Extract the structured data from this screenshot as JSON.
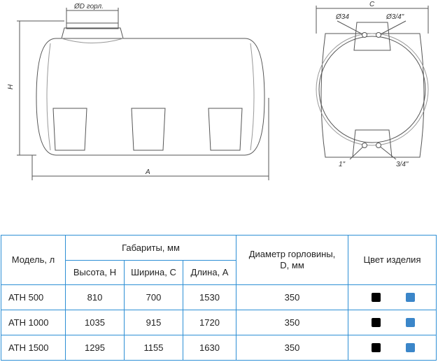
{
  "drawing": {
    "label_neck_diameter": "ØD горл.",
    "label_height": "H",
    "label_length": "A",
    "label_width": "C",
    "label_hole_34": "Ø34",
    "label_fitting_top": "Ø3/4\"",
    "label_fitting_left": "1\"",
    "label_fitting_right": "3/4\""
  },
  "table": {
    "header_model": "Модель, л",
    "header_dimensions": "Габариты, мм",
    "header_height": "Высота, H",
    "header_width": "Ширина, C",
    "header_length": "Длина, A",
    "header_neck": "Диаметр горловины,\nD, мм",
    "header_color": "Цвет изделия",
    "rows": [
      {
        "model": "АТН 500",
        "height": "810",
        "width": "700",
        "length": "1530",
        "neck": "350"
      },
      {
        "model": "АТН 1000",
        "height": "1035",
        "width": "915",
        "length": "1720",
        "neck": "350"
      },
      {
        "model": "АТН 1500",
        "height": "1295",
        "width": "1155",
        "length": "1630",
        "neck": "350"
      }
    ]
  },
  "colors": {
    "border": "#2d8fd5",
    "swatch_black": "#000000",
    "swatch_blue": "#3b86c9",
    "line": "#555555"
  }
}
